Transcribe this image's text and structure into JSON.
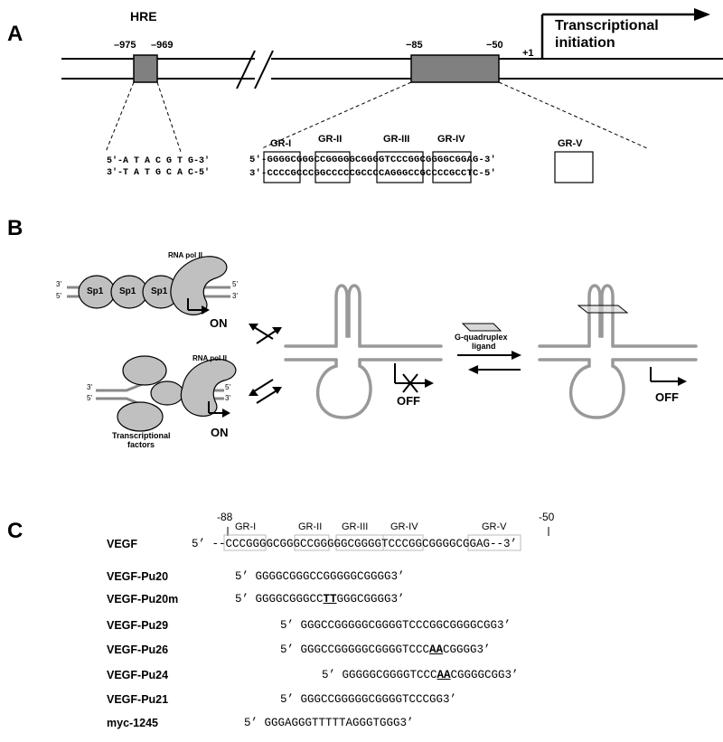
{
  "panel_a": {
    "letter": "A",
    "hre_label": "HRE",
    "pos_975": "–975",
    "pos_969": "–969",
    "pos_85": "−85",
    "pos_50": "−50",
    "plus1": "+1",
    "tx_line1": "Transcriptional",
    "tx_line2": "initiation",
    "hre_top": "5'-A T A C G T G-3'",
    "hre_bottom": "3'-T A T G C A C-5'",
    "gr_labels": [
      "GR-I",
      "GR-II",
      "GR-III",
      "GR-IV",
      "GR-V"
    ],
    "seq_top": "5'-GGGGCGGGCCGGGGGCGGGGTCCCGGCGGGGCGGAG-3'",
    "seq_bottom": "3'-CCCCGCCCGGCCCCCGCCCCAGGGCCGCCCCGCCTC-5'"
  },
  "panel_b": {
    "letter": "B",
    "rna_pol_top": "RNA pol II",
    "rna_pol_bottom": "RNA pol II",
    "sp1": [
      "Sp1",
      "Sp1",
      "Sp1"
    ],
    "on_top": "ON",
    "on_bottom": "ON",
    "tf_line1": "Transcriptional",
    "tf_line2": "factors",
    "off_mid": "OFF",
    "off_right": "OFF",
    "ligand_line1": "G-quadruplex",
    "ligand_line2": "ligand",
    "end_5": "5'",
    "end_3": "3'"
  },
  "panel_c": {
    "letter": "C",
    "pos_88": "-88",
    "pos_50": "-50",
    "gr_labels": [
      "GR-I",
      "GR-II",
      "GR-III",
      "GR-IV",
      "GR-V"
    ],
    "rows": [
      {
        "name": "VEGF",
        "pre": "5’ --CCCGGGGCGGGCCGGGGGCGGGGTCCCGGCGGGGCGGAG--3’",
        "mid": "",
        "post": ""
      },
      {
        "name": "VEGF-Pu20",
        "pre": "5’ GGGGCGGGCCGGGGGCGGGG3’",
        "mid": "",
        "post": ""
      },
      {
        "name": "VEGF-Pu20m",
        "pre": "5’ GGGGCGGGCC",
        "mid": "TT",
        "post": "GGGCGGGG3’"
      },
      {
        "name": "VEGF-Pu29",
        "pre": "5’ GGGCCGGGGGCGGGGTCCCGGCGGGGCGG3’",
        "mid": "",
        "post": ""
      },
      {
        "name": "VEGF-Pu26",
        "pre": "5’ GGGCCGGGGGCGGGGTCCC",
        "mid": "AA",
        "post": "CGGGG3’"
      },
      {
        "name": "VEGF-Pu24",
        "pre": "5’ GGGGGCGGGGTCCC",
        "mid": "AA",
        "post": "CGGGGCGG3’"
      },
      {
        "name": "VEGF-Pu21",
        "pre": "5’ GGGCCGGGGGCGGGGTCCCGG3’",
        "mid": "",
        "post": ""
      },
      {
        "name": "myc-1245",
        "pre": "5’ GGGAGGGTTTTTAGGGTGGG3’",
        "mid": "",
        "post": ""
      }
    ]
  }
}
